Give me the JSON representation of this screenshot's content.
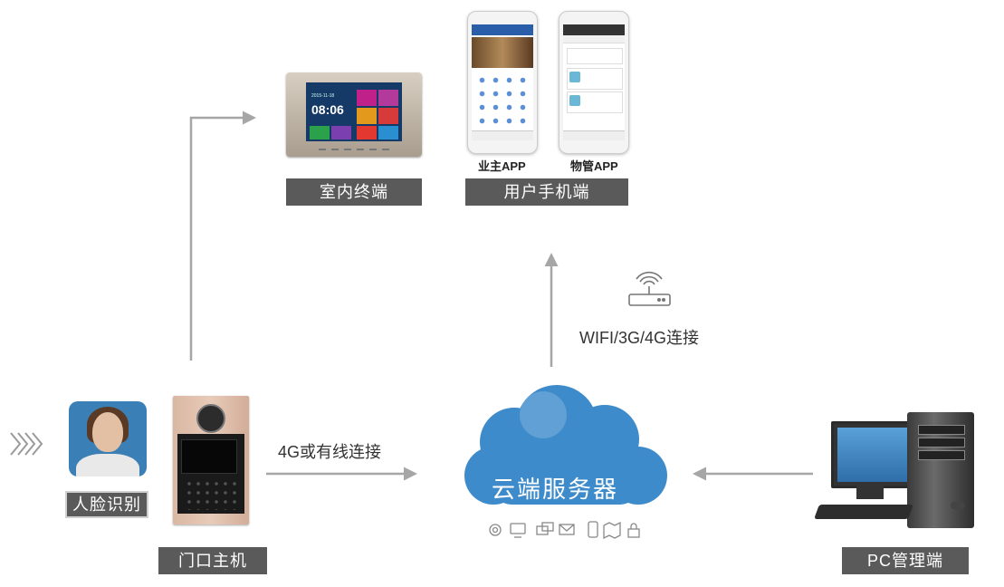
{
  "labels": {
    "indoor": "室内终端",
    "mobile": "用户手机端",
    "door": "门口主机",
    "pc": "PC管理端",
    "face": "人脸识别",
    "owner_app": "业主APP",
    "property_app": "物管APP",
    "link_4g": "4G或有线连接",
    "link_wifi": "WIFI/3G/4G连接",
    "cloud": "云端服务器"
  },
  "monitor": {
    "date": "2015-11-18",
    "time": "08:06"
  },
  "icons": {
    "cloud_row": [
      "gear-icon",
      "monitor-icon",
      "chat-icon",
      "mail-icon",
      "phone-icon",
      "map-icon",
      "lock-icon"
    ],
    "wifi": "wifi-router-icon"
  },
  "colors": {
    "label_bg": "#5a5a5a",
    "cloud": "#3e8bcb",
    "arrow": "#a6a6a6"
  }
}
